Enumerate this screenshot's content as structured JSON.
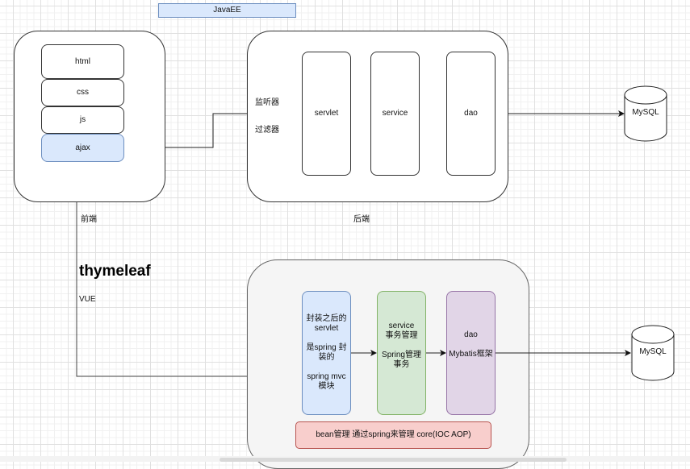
{
  "title_box": {
    "label": "JavaEE"
  },
  "frontend": {
    "caption": "前端",
    "items": [
      {
        "label": "html"
      },
      {
        "label": "css"
      },
      {
        "label": "js"
      },
      {
        "label": "ajax"
      }
    ]
  },
  "backend": {
    "caption": "后端",
    "side_labels": [
      "监听器",
      "过滤器"
    ],
    "items": [
      {
        "label": "servlet"
      },
      {
        "label": "service"
      },
      {
        "label": "dao"
      }
    ],
    "database": {
      "label": "MySQL"
    }
  },
  "notes": {
    "thymeleaf": "thymeleaf",
    "vue": "VUE"
  },
  "spring": {
    "items": [
      {
        "label": "封装之后的\nservlet\n\n是spring 封\n装的\n\nspring mvc\n模块"
      },
      {
        "label": "service\n事务管理\n\nSpring管理\n事务"
      },
      {
        "label": "dao\n\nMybatis框架"
      }
    ],
    "core": {
      "label": "bean管理 通过spring来管理 core(IOC AOP)"
    },
    "database": {
      "label": "MySQL"
    }
  },
  "colors": {
    "blue_fill": "#dae8fc",
    "blue_stroke": "#6c8ebf",
    "green_fill": "#d5e8d4",
    "green_stroke": "#82b366",
    "purple_fill": "#e1d5e7",
    "purple_stroke": "#9673a6",
    "red_fill": "#f8cecc",
    "red_stroke": "#b85450",
    "gray_fill": "#f5f5f5",
    "gray_stroke": "#666666"
  }
}
